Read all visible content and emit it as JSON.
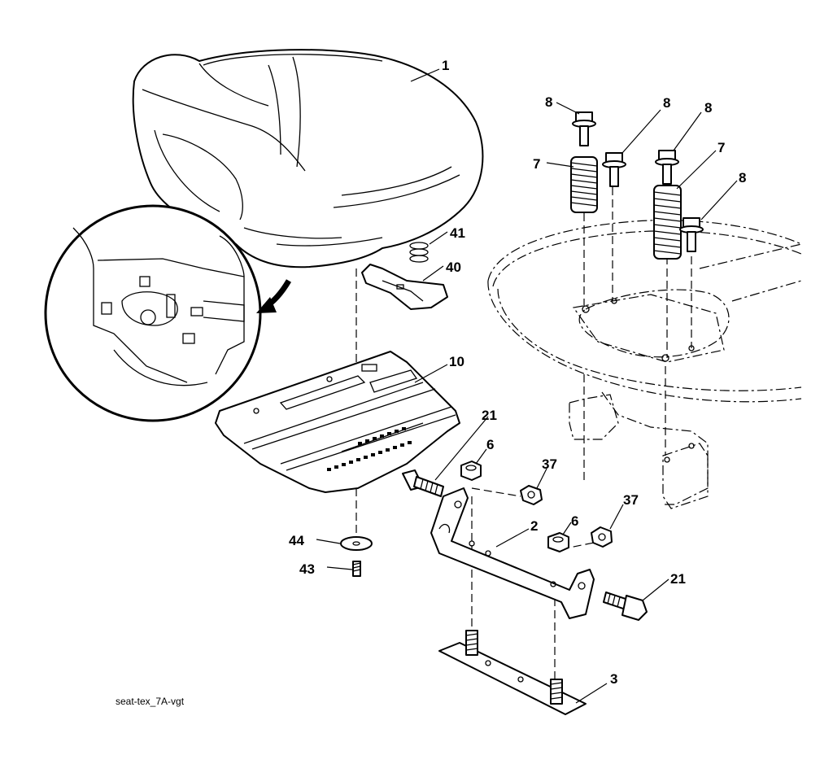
{
  "callouts": {
    "c1": "1",
    "c8a": "8",
    "c8b": "8",
    "c8c": "8",
    "c8d": "8",
    "c7a": "7",
    "c7b": "7",
    "c41": "41",
    "c40": "40",
    "c10": "10",
    "c21a": "21",
    "c21b": "21",
    "c6a": "6",
    "c6b": "6",
    "c37a": "37",
    "c37b": "37",
    "c2": "2",
    "c44": "44",
    "c43": "43",
    "c3": "3"
  },
  "caption": "seat-tex_7A-vgt"
}
